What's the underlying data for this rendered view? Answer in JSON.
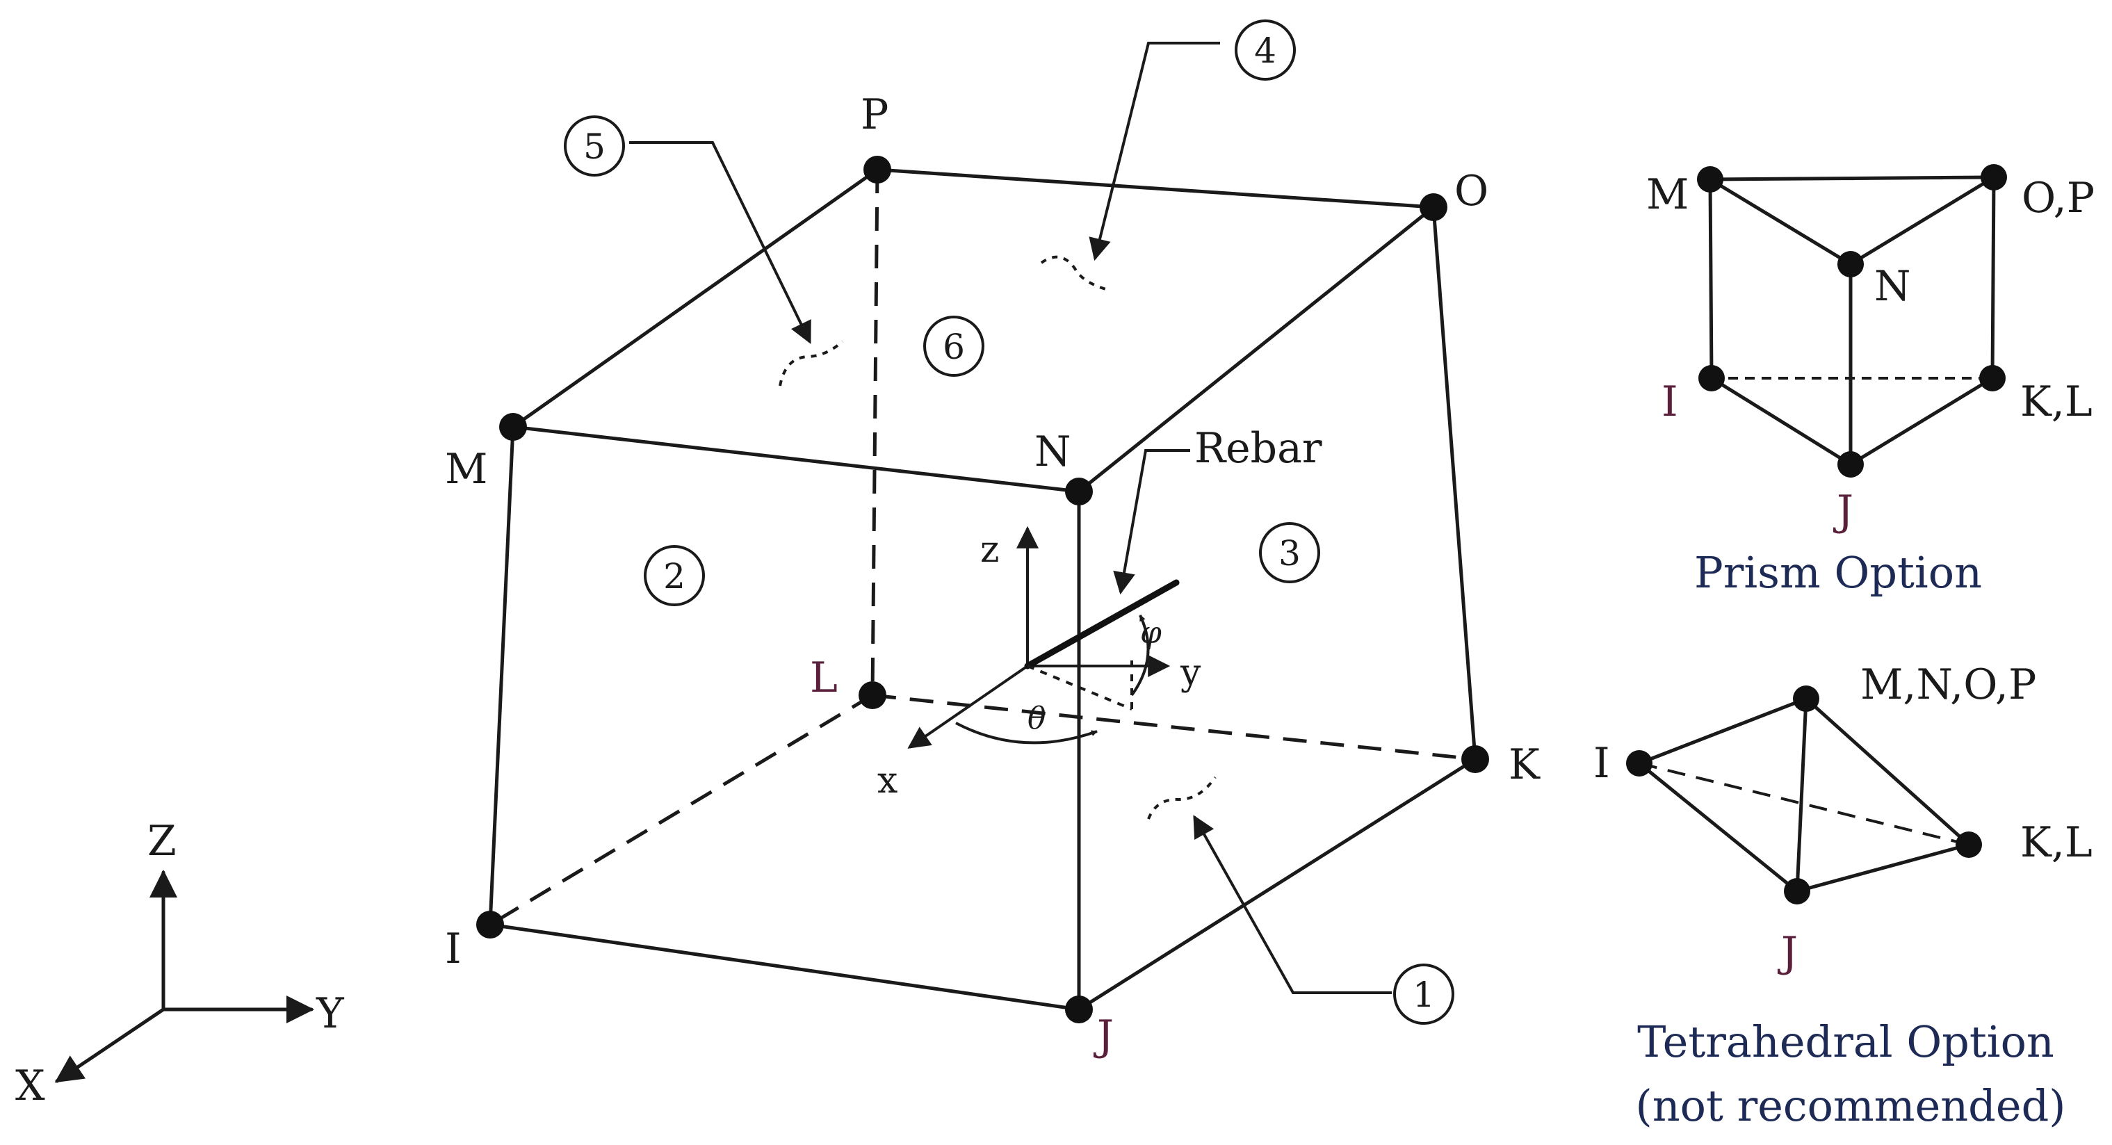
{
  "main_element": {
    "node_labels": {
      "P": "P",
      "O": "O",
      "M": "M",
      "N": "N",
      "L": "L",
      "K": "K",
      "I": "I",
      "J": "J"
    },
    "face_numbers": [
      "1",
      "2",
      "3",
      "4",
      "5",
      "6"
    ],
    "rebar_label": "Rebar",
    "local_axes": {
      "x": "x",
      "y": "y",
      "z": "z"
    },
    "angles": {
      "theta": "θ",
      "phi": "φ"
    }
  },
  "global_axes": {
    "x": "X",
    "y": "Y",
    "z": "Z"
  },
  "prism_option": {
    "caption": "Prism Option",
    "node_labels": {
      "M": "M",
      "OP": "O,P",
      "N": "N",
      "I": "I",
      "KL": "K,L",
      "J": "J"
    }
  },
  "tetrahedral_option": {
    "caption_line1": "Tetrahedral Option",
    "caption_line2": "(not recommended)",
    "node_labels": {
      "MNOP": "M,N,O,P",
      "I": "I",
      "KL": "K,L",
      "J": "J"
    }
  },
  "colors": {
    "line": "#1a1a1a",
    "caption": "#1c2a55",
    "node_j": "#5a1f3a"
  }
}
